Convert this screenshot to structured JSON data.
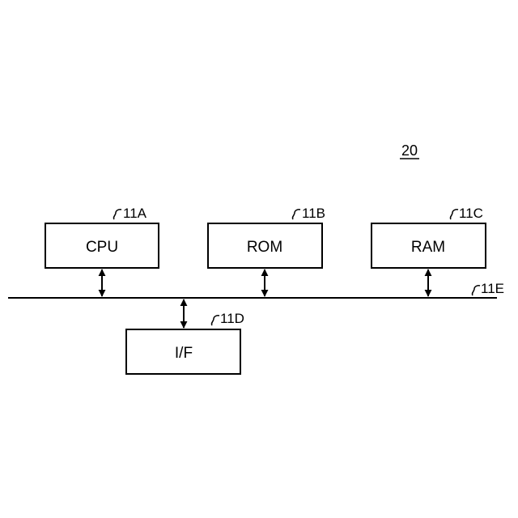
{
  "figure_label": "20",
  "blocks": {
    "cpu": {
      "label": "CPU",
      "ref": "11A"
    },
    "rom": {
      "label": "ROM",
      "ref": "11B"
    },
    "ram": {
      "label": "RAM",
      "ref": "11C"
    },
    "interface": {
      "label": "I/F",
      "ref": "11D"
    }
  },
  "bus": {
    "ref": "11E"
  }
}
